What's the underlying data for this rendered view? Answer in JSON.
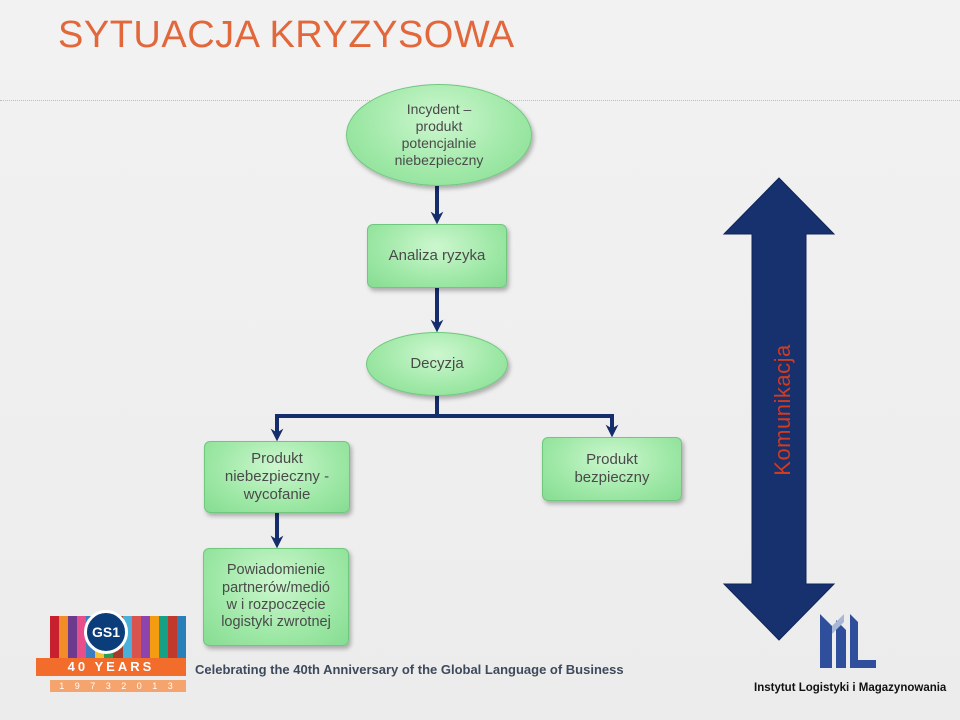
{
  "title": "SYTUACJA KRYZYSOWA",
  "nodes": {
    "incydent": "Incydent –\nprodukt\npotencjalnie\nniebezpieczny",
    "analiza": "Analiza ryzyka",
    "decyzja": "Decyzja",
    "niebezpieczny": "Produkt\nniebezpieczny -\nwycofanie",
    "bezpieczny": "Produkt\nbezpieczny",
    "powiadomienie": "Powiadomienie\npartnerów/medió\nw i rozpoczęcie\nlogistyki zwrotnej"
  },
  "side_arrow_label": "Komunikacja",
  "footer": {
    "gs1_logo": "GS1",
    "gs1_banner": "40 YEARS",
    "gs1_years": "1 9 7 3   2 0 1 3",
    "tagline": "Celebrating the 40th Anniversary of the Global Language of Business",
    "institute": "Instytut Logistyki i Magazynowania"
  },
  "colors": {
    "title": "#e2673a",
    "node_fill": "#9ee8a6",
    "connector": "#152d6b",
    "side_arrow": "#17306e",
    "side_label": "#d33b1f"
  }
}
